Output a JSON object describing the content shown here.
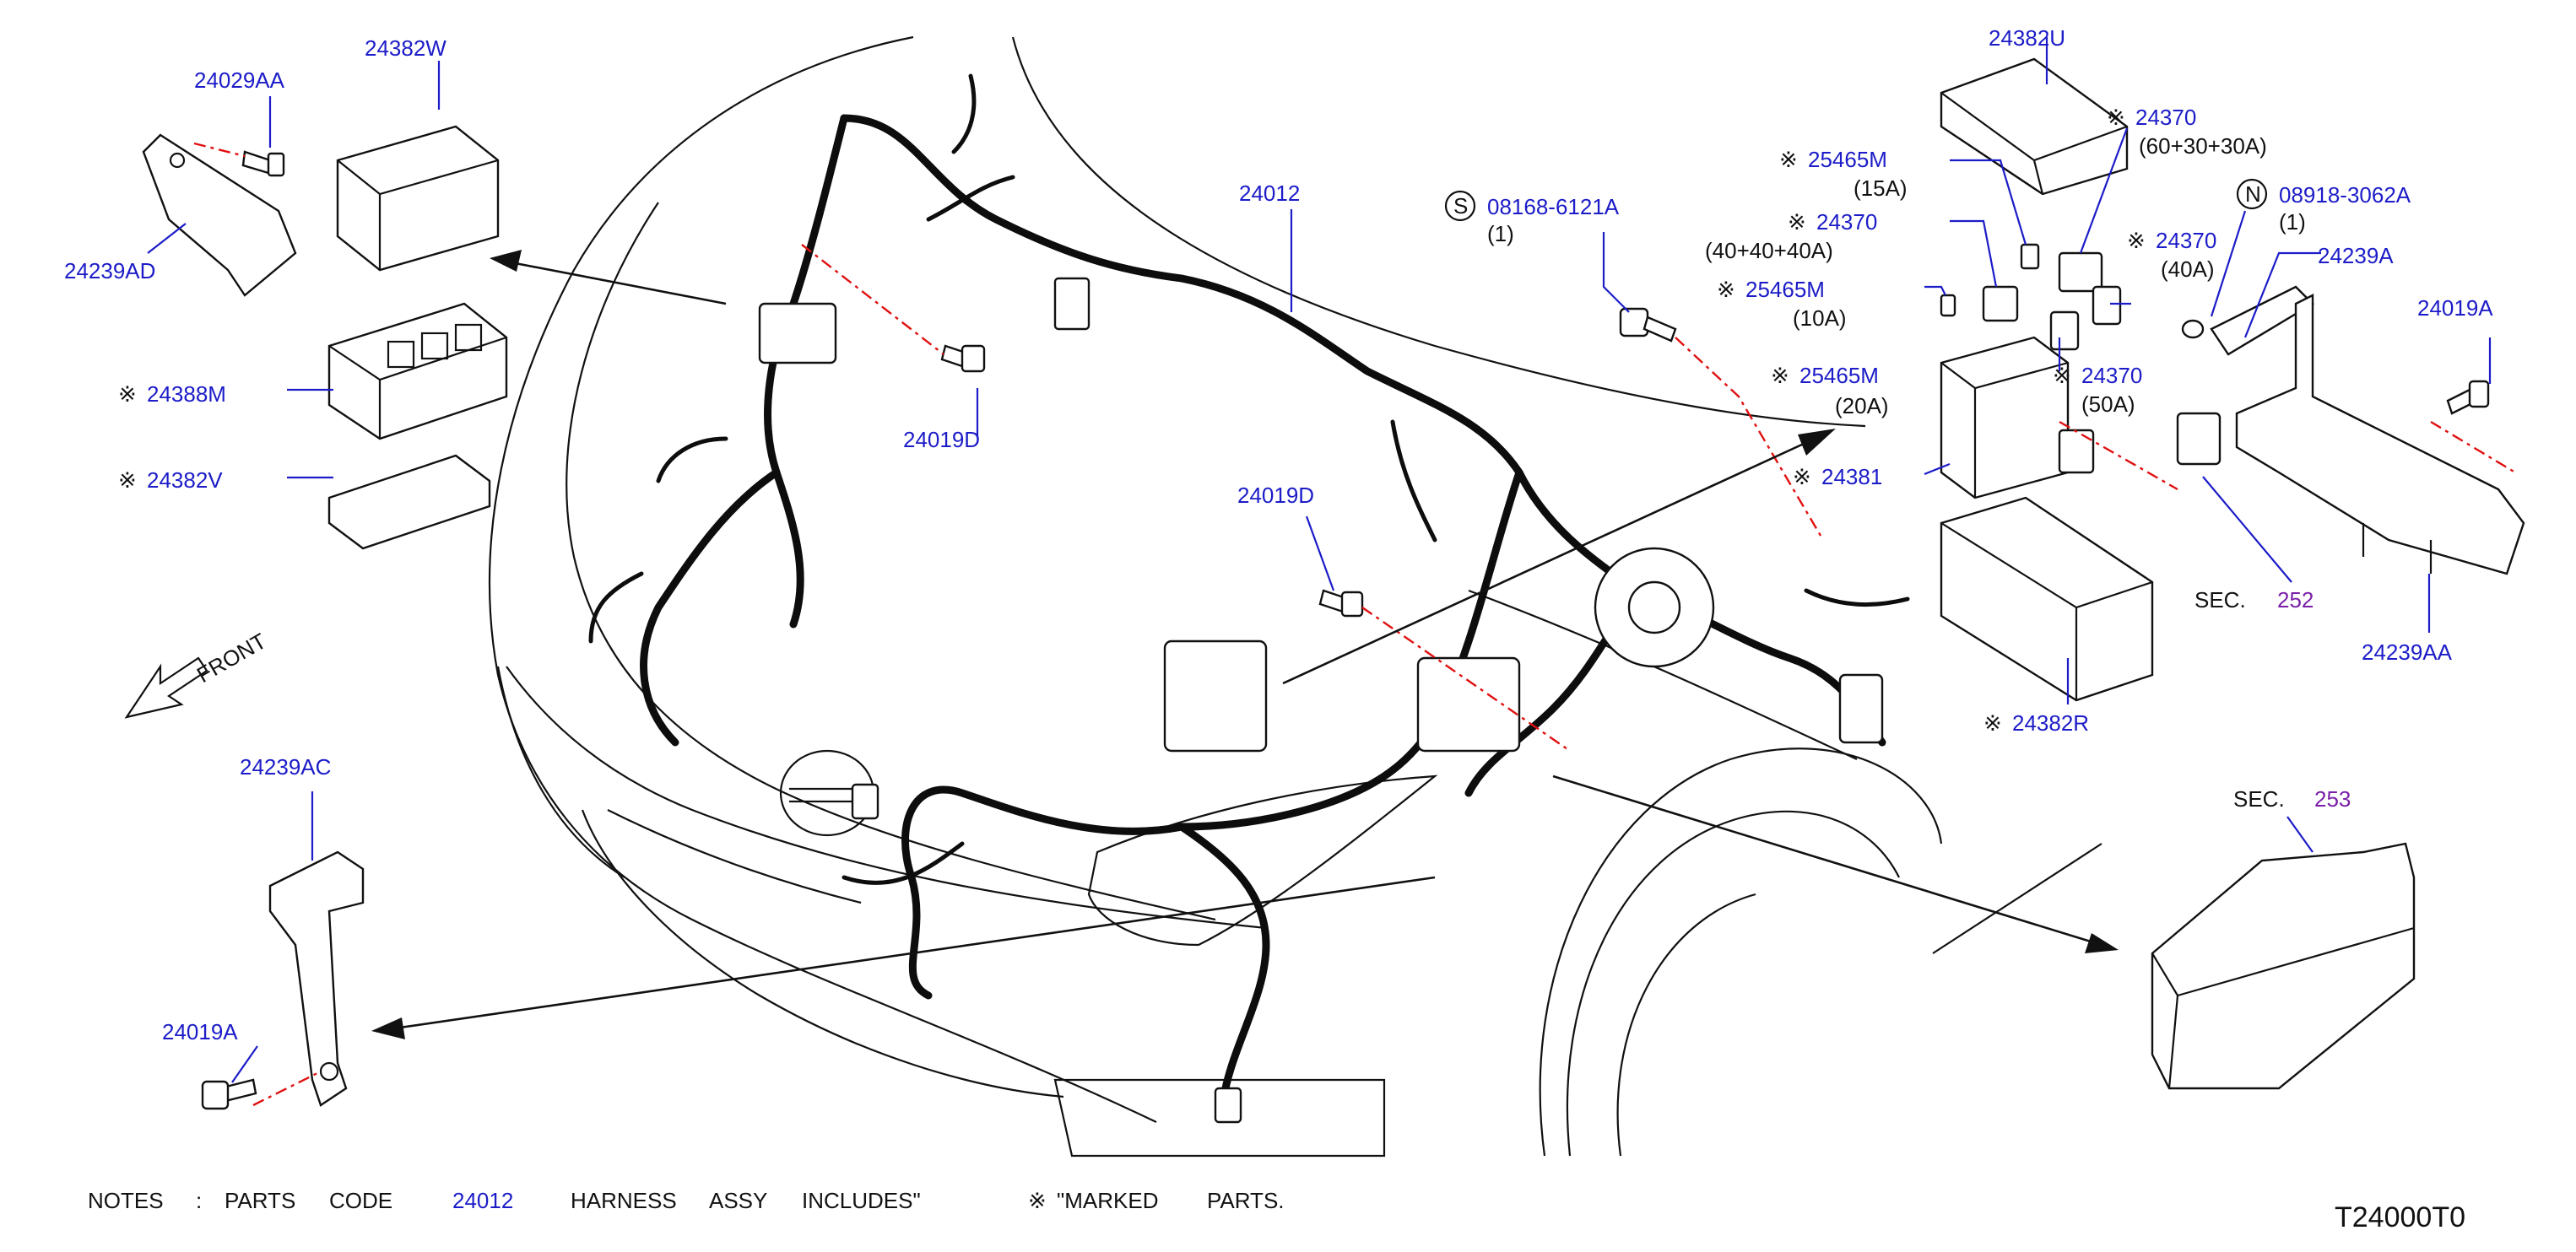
{
  "colors": {
    "part_number": "#1c1cc8",
    "section_ref": "#7a1fa8",
    "reference_line": "#e01010",
    "line_art": "#111111"
  },
  "labels": {
    "p24382W": "24382W",
    "p24029AA": "24029AA",
    "p24239AD": "24239AD",
    "p24388M": "24388M",
    "p24382V": "24382V",
    "p24012": "24012",
    "p24019D_top": "24019D",
    "p24019D_mid": "24019D",
    "p08168": "08168-6121A",
    "p08168_qty": "(1)",
    "p08168_sym": "S",
    "p24382U": "24382U",
    "p24370_a": "24370",
    "p24370_a_sub": "(60+30+30A)",
    "p25465M_15": "25465M",
    "p25465M_15_sub": "(15A)",
    "p24370_b": "24370",
    "p24370_b_sub": "(40+40+40A)",
    "p24370_c": "24370",
    "p24370_c_sub": "(40A)",
    "p08918": "08918-3062A",
    "p08918_qty": "(1)",
    "p08918_sym": "N",
    "p25465M_10": "25465M",
    "p25465M_10_sub": "(10A)",
    "p24239A": "24239A",
    "p24019A_right": "24019A",
    "p24370_d": "24370",
    "p24370_d_sub": "(50A)",
    "p25465M_20": "25465M",
    "p25465M_20_sub": "(20A)",
    "p24381": "24381",
    "sec252_prefix": "SEC.",
    "sec252_num": "252",
    "p24239AA": "24239AA",
    "p24382R": "24382R",
    "sec253_prefix": "SEC.",
    "sec253_num": "253",
    "p24239AC": "24239AC",
    "p24019A_left": "24019A",
    "front": "FRONT",
    "mark": "※"
  },
  "notes": {
    "notes_word": "NOTES",
    "colon": ":",
    "parts": "PARTS",
    "code": "CODE",
    "code_num": "24012",
    "harness": "HARNESS",
    "assy": "ASSY",
    "includes": "INCLUDES\"",
    "marked": "\"MARKED",
    "parts2": "PARTS."
  },
  "diagram_id": "T24000T0"
}
